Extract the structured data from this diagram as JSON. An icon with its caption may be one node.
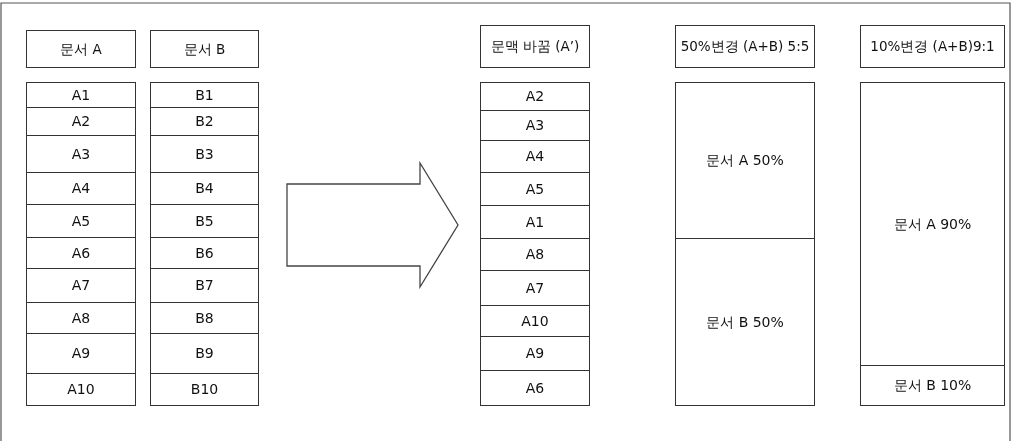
{
  "diagram": {
    "nodes": [
      {
        "text": [
          "문서 A"
        ]
      },
      {
        "text": [
          "문서 B"
        ]
      },
      {
        "text": [
          "문맥 바꿈 (A’)"
        ]
      },
      {
        "text": [
          "50%변경 (A+B) 5:5"
        ]
      },
      {
        "text": [
          "10%변경 (A+B)9:1"
        ]
      },
      {
        "text": [
          "A1"
        ]
      },
      {
        "text": [
          "A2"
        ]
      },
      {
        "text": [
          "A3"
        ]
      },
      {
        "text": [
          "A4"
        ]
      },
      {
        "text": [
          "A5"
        ]
      },
      {
        "text": [
          "A6"
        ]
      },
      {
        "text": [
          "A7"
        ]
      },
      {
        "text": [
          "A8"
        ]
      },
      {
        "text": [
          "A9"
        ]
      },
      {
        "text": [
          "A10"
        ]
      },
      {
        "text": [
          "B1"
        ]
      },
      {
        "text": [
          "B2"
        ]
      },
      {
        "text": [
          "B3"
        ]
      },
      {
        "text": [
          "B4"
        ]
      },
      {
        "text": [
          "B5"
        ]
      },
      {
        "text": [
          "B6"
        ]
      },
      {
        "text": [
          "B7"
        ]
      },
      {
        "text": [
          "B8"
        ]
      },
      {
        "text": [
          "B9"
        ]
      },
      {
        "text": [
          "B10"
        ]
      },
      {
        "text": [
          "A2"
        ]
      },
      {
        "text": [
          "A3"
        ]
      },
      {
        "text": [
          "A4"
        ]
      },
      {
        "text": [
          "A5"
        ]
      },
      {
        "text": [
          "A1"
        ]
      },
      {
        "text": [
          "A8"
        ]
      },
      {
        "text": [
          "A7"
        ]
      },
      {
        "text": [
          "A10"
        ]
      },
      {
        "text": [
          "A9"
        ]
      },
      {
        "text": [
          "A6"
        ]
      },
      {
        "text": [
          "문서 A 50%"
        ]
      },
      {
        "text": [
          "문서 B 50%"
        ]
      },
      {
        "text": [
          "문서 A 90%"
        ]
      },
      {
        "text": [
          "문서 B 10%"
        ]
      }
    ],
    "edges": [
      {
        "from": 19,
        "to": 29,
        "arrow": "to"
      }
    ]
  }
}
